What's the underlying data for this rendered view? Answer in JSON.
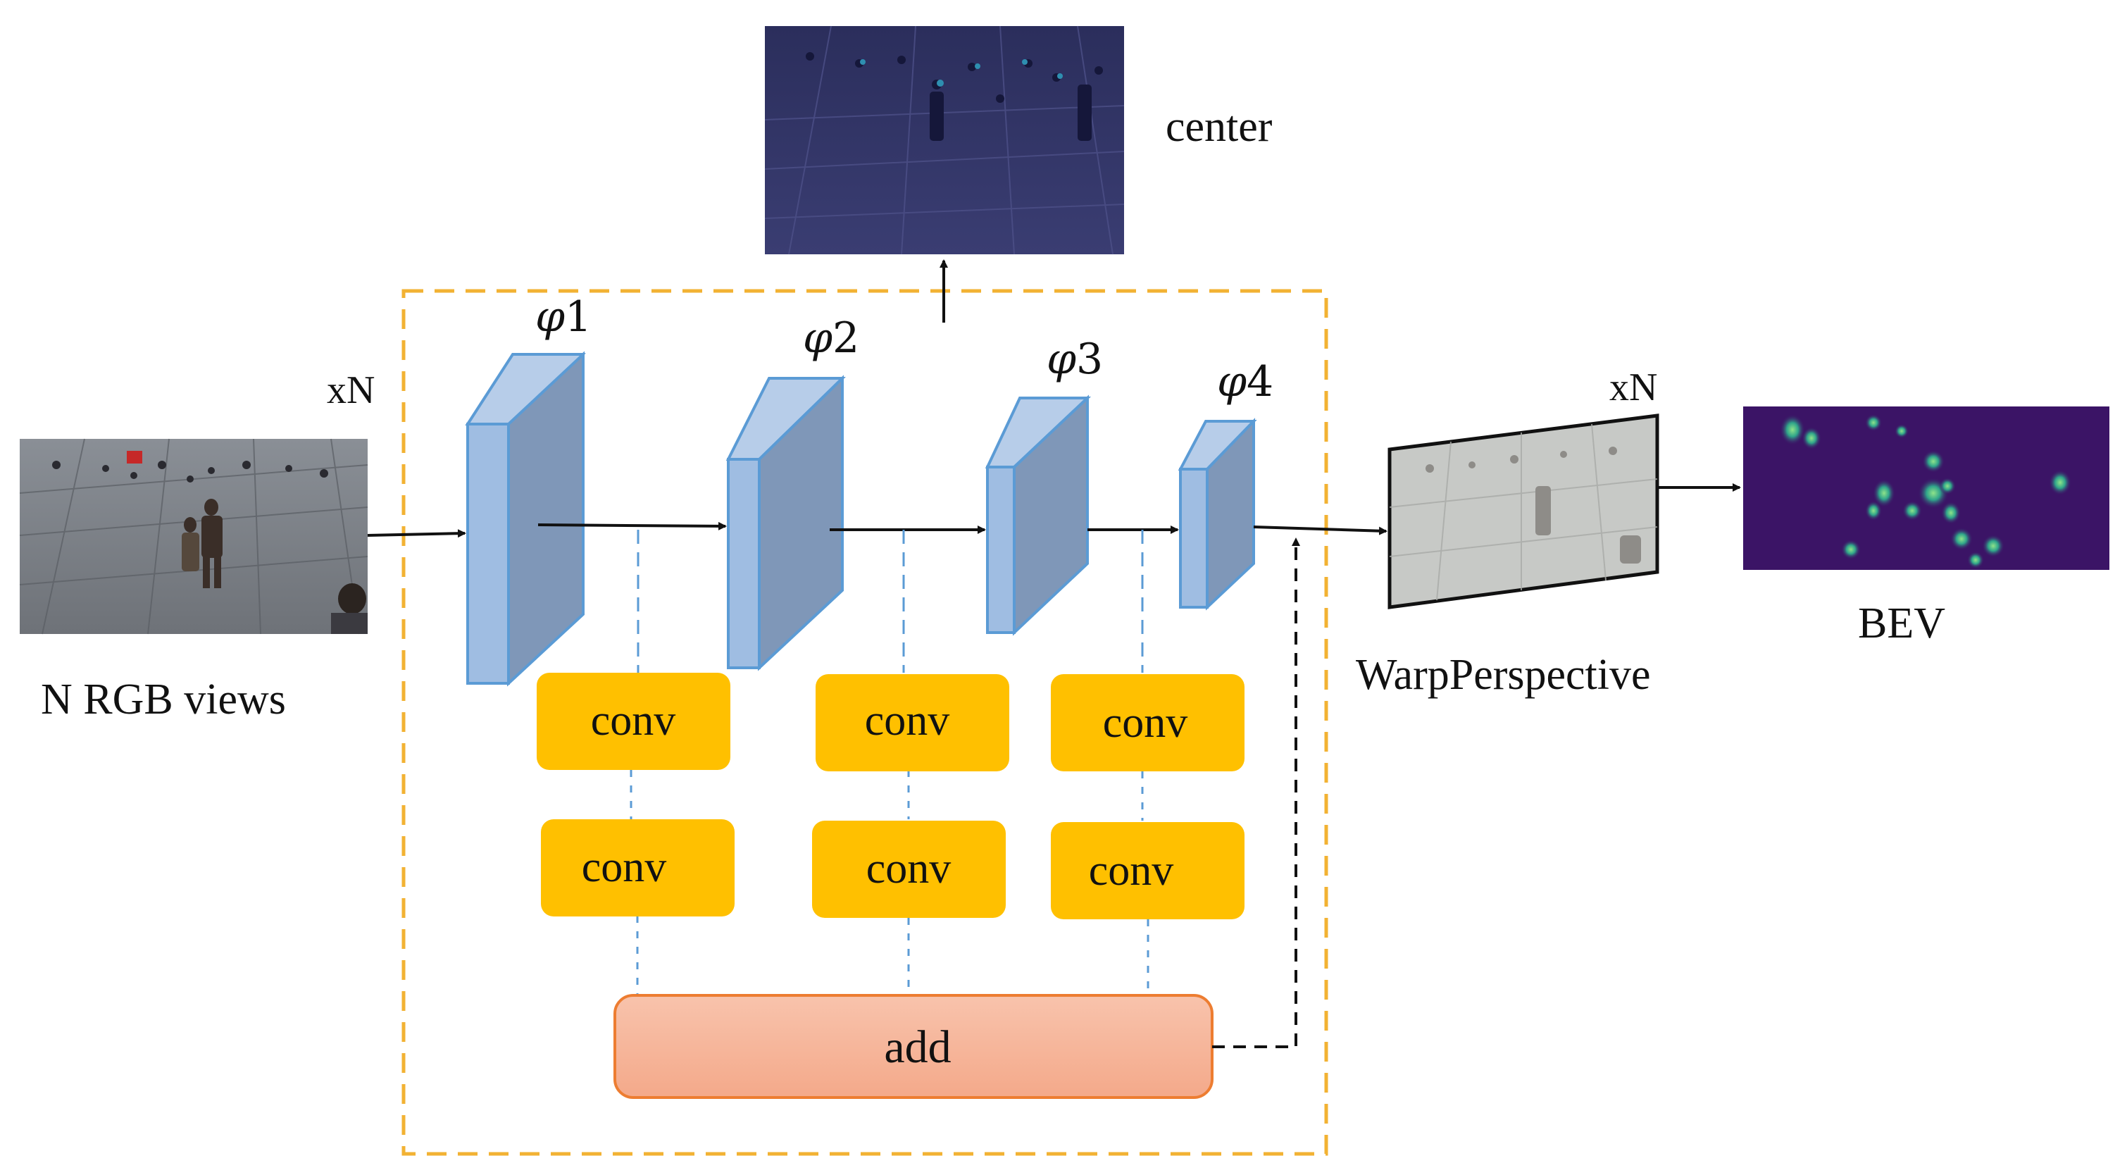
{
  "labels": {
    "input_views": "N RGB views",
    "input_multiplier": "xN",
    "center_output": "center",
    "warp_label": "WarpPerspective",
    "warp_multiplier": "xN",
    "bev_label": "BEV"
  },
  "stages": [
    {
      "symbol": "φ",
      "index": "1"
    },
    {
      "symbol": "φ",
      "index": "2"
    },
    {
      "symbol": "φ",
      "index": "3"
    },
    {
      "symbol": "φ",
      "index": "4"
    }
  ],
  "conv_blocks": {
    "branch_1": [
      "conv",
      "conv"
    ],
    "branch_2": [
      "conv",
      "conv"
    ],
    "branch_3": [
      "conv",
      "conv"
    ]
  },
  "add_block": "add",
  "colors": {
    "block_face": "#9fbde2",
    "block_side": "#7f97b8",
    "block_stroke": "#5b9bd5",
    "conv_fill": "#ffc000",
    "add_fill": "#f4a98a",
    "add_stroke": "#ed7d31",
    "frame_stroke": "#f2b233",
    "dashed_link": "#5b9bd5",
    "center_image_tint": "#2a2d6b",
    "bev_background": "#3b1466",
    "bev_highlight": "#35b779"
  },
  "icons": {
    "input_image": "crowd-photo-image",
    "center_image": "center-heatmap-image",
    "warp_image": "warped-crowd-image",
    "bev_image": "bev-heatmap-image"
  }
}
